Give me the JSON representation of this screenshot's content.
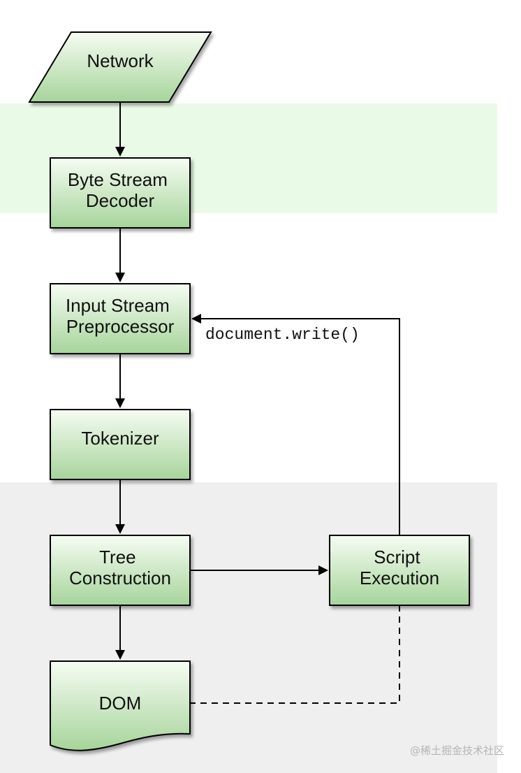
{
  "colors": {
    "decoder_band": "#e9fbe6",
    "tree_band": "#efefef",
    "node_fill_top": "#f6fcf3",
    "node_fill_bottom": "#a6d49a",
    "stroke": "#000000"
  },
  "nodes": {
    "network": "Network",
    "byte_stream_decoder": [
      "Byte Stream",
      "Decoder"
    ],
    "input_stream_preprocessor": [
      "Input Stream",
      "Preprocessor"
    ],
    "tokenizer": "Tokenizer",
    "tree_construction": [
      "Tree",
      "Construction"
    ],
    "script_execution": [
      "Script",
      "Execution"
    ],
    "dom": "DOM"
  },
  "edge_labels": {
    "document_write": "document.write()"
  },
  "watermark": "@稀土掘金技术社区"
}
